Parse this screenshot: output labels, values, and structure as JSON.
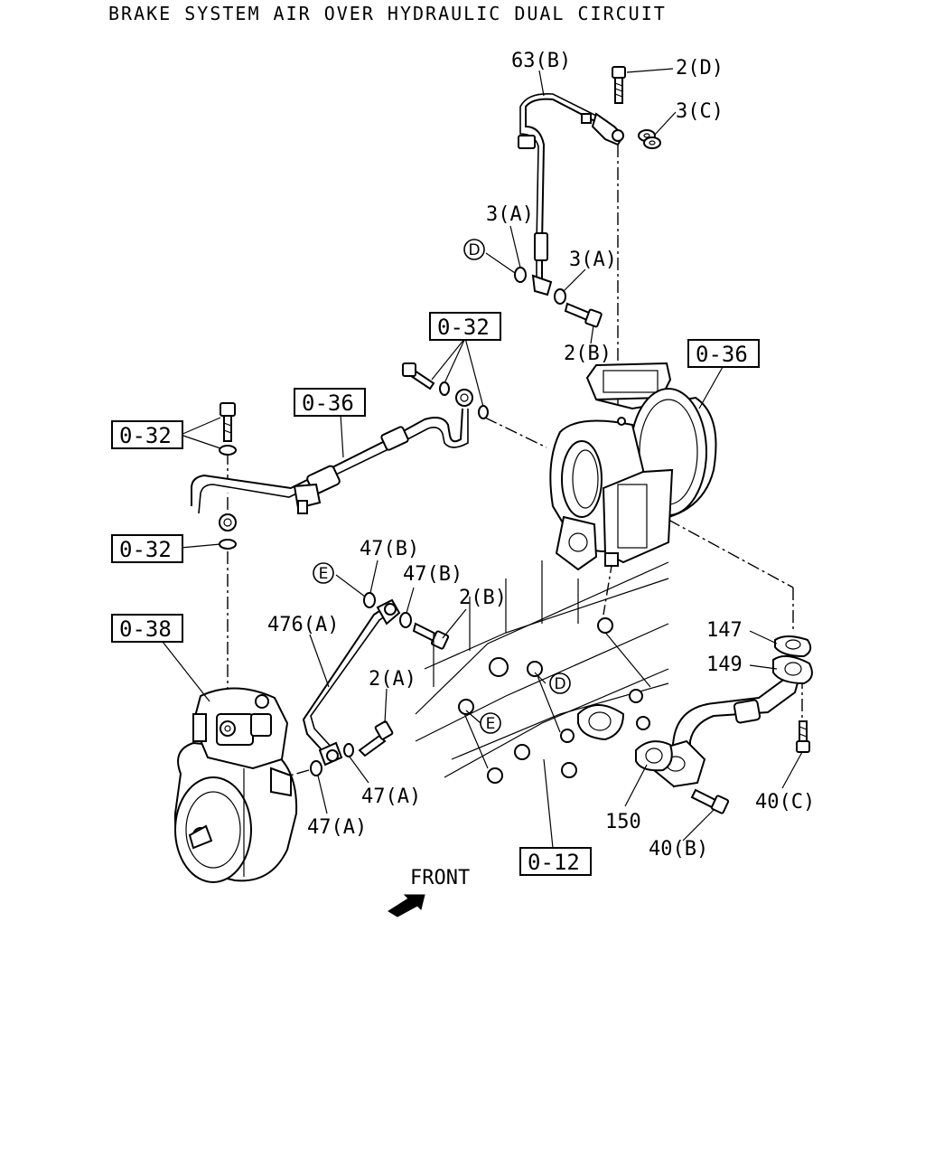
{
  "title": "BRAKE SYSTEM AIR OVER HYDRAULIC DUAL CIRCUIT",
  "ref_boxes": {
    "box_032_top": "0-32",
    "box_036_left": "0-36",
    "box_032_left_upper": "0-32",
    "box_032_left_lower": "0-32",
    "box_036_right": "0-36",
    "box_038": "0-38",
    "box_012": "0-12"
  },
  "callouts": {
    "c_63b": "63(B)",
    "c_2d": "2(D)",
    "c_3c": "3(C)",
    "c_3a_left": "3(A)",
    "c_3a_right": "3(A)",
    "c_2b_top": "2(B)",
    "c_47b_upper": "47(B)",
    "c_47b_lower": "47(B)",
    "c_2b_mid": "2(B)",
    "c_476a": "476(A)",
    "c_2a": "2(A)",
    "c_47a_right": "47(A)",
    "c_47a_left": "47(A)",
    "c_147": "147",
    "c_149": "149",
    "c_150": "150",
    "c_40b": "40(B)",
    "c_40c": "40(C)",
    "c_front": "FRONT"
  },
  "circled_refs": {
    "d_top": "D",
    "e_left": "E",
    "d_block": "D",
    "e_block": "E"
  },
  "icons": {
    "front_arrow": "front-arrow-icon"
  }
}
